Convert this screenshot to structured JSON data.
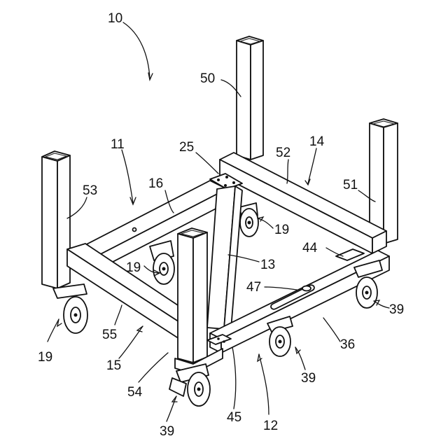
{
  "labels": {
    "l10": "10",
    "l50": "50",
    "l11": "11",
    "l25": "25",
    "l14": "14",
    "l52": "52",
    "l16": "16",
    "l53": "53",
    "l51": "51",
    "l19a": "19",
    "l44": "44",
    "l19b": "19",
    "l13": "13",
    "l47": "47",
    "l39a": "39",
    "l55": "55",
    "l36": "36",
    "l19c": "19",
    "l15": "15",
    "l39b": "39",
    "l54": "54",
    "l39c": "39",
    "l45": "45",
    "l12": "12"
  }
}
